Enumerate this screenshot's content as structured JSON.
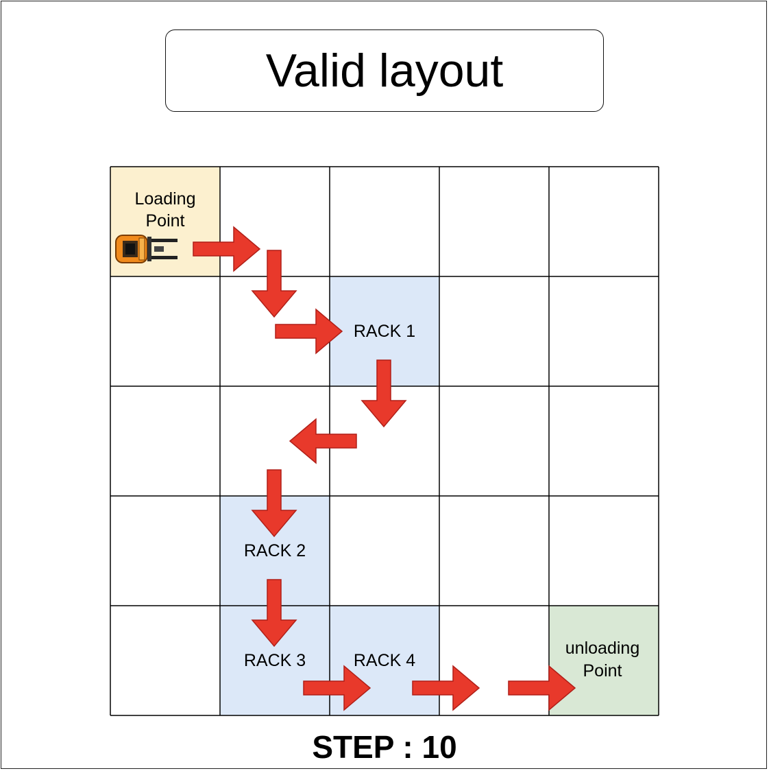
{
  "title": "Valid layout",
  "step_label": "STEP : 10",
  "grid": {
    "rows": 5,
    "cols": 5
  },
  "colors": {
    "loading": "#fcf0cf",
    "rack": "#dce8f8",
    "unloading": "#d9e8d5",
    "arrow_fill": "#e8392b",
    "arrow_stroke": "#b01f18",
    "grid_line": "#000000"
  },
  "cells": [
    {
      "row": 0,
      "col": 0,
      "kind": "loading",
      "lines": [
        "Loading",
        "Point"
      ]
    },
    {
      "row": 1,
      "col": 2,
      "kind": "rack",
      "lines": [
        "RACK 1"
      ]
    },
    {
      "row": 3,
      "col": 1,
      "kind": "rack",
      "lines": [
        "RACK 2"
      ]
    },
    {
      "row": 4,
      "col": 1,
      "kind": "rack",
      "lines": [
        "RACK 3"
      ]
    },
    {
      "row": 4,
      "col": 2,
      "kind": "rack",
      "lines": [
        "RACK 4"
      ]
    },
    {
      "row": 4,
      "col": 4,
      "kind": "unloading",
      "lines": [
        "unloading",
        "Point"
      ]
    }
  ],
  "path_moves": [
    "right",
    "down",
    "right",
    "down",
    "left",
    "down",
    "down",
    "right",
    "right",
    "right"
  ],
  "vehicle_icon": "forklift-icon"
}
